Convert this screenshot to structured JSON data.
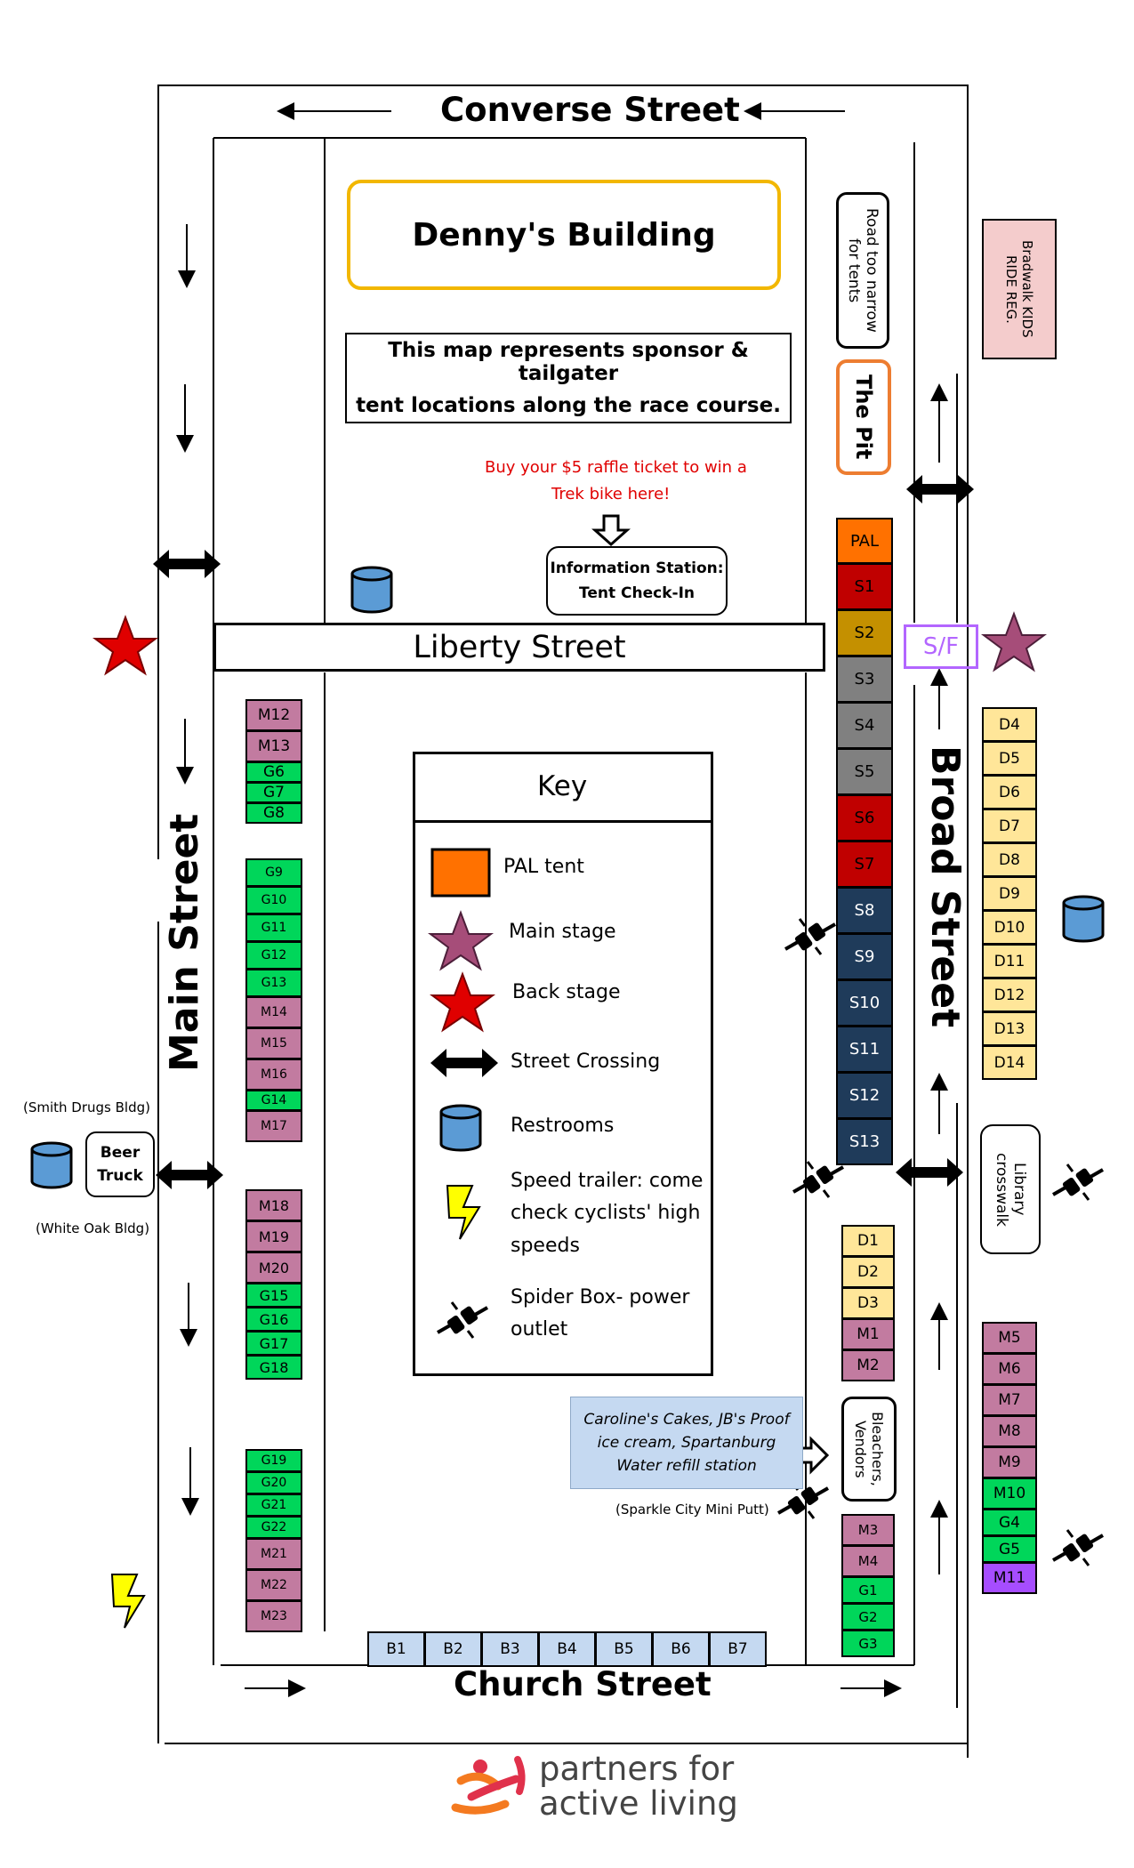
{
  "streets": {
    "converse": "Converse Street",
    "liberty": "Liberty Street",
    "main": "Main Street",
    "broad": "Broad Street",
    "church": "Church Street"
  },
  "dennys": "Denny's Building",
  "note_line1": "This map represents sponsor & tailgater",
  "note_line2": "tent locations along the race course.",
  "raffle_line1": "Buy your $5 raffle ticket to win a",
  "raffle_line2": "Trek bike here!",
  "info_line1": "Information Station:",
  "info_line2": "Tent Check-In",
  "road_narrow": "Road too narrow for tents",
  "the_pit": "The Pit",
  "bradwalk": "Bradwalk KIDS RIDE REG.",
  "sf": "S/F",
  "library": "Library crosswalk",
  "bleachers": "Bleachers, Vendors",
  "vendor_box": [
    "Caroline's Cakes, JB's Proof",
    "ice cream, Spartanburg",
    "Water refill station"
  ],
  "sparkle": "(Sparkle City Mini Putt)",
  "smith": "(Smith Drugs Bldg)",
  "white_oak": "(White Oak Bldg)",
  "beer_truck": [
    "Beer",
    "Truck"
  ],
  "key": {
    "title": "Key",
    "pal": "PAL tent",
    "main_stage": "Main stage",
    "back_stage": "Back stage",
    "crossing": "Street Crossing",
    "restrooms": "Restrooms",
    "speed": [
      "Speed trailer: come",
      "check cyclists' high",
      "speeds"
    ],
    "spider": [
      "Spider Box- power",
      "outlet"
    ]
  },
  "logo": [
    "partners for",
    "active living"
  ],
  "colors": {
    "pal": "#ff7100",
    "red": "#c00000",
    "gold": "#c49000",
    "gray": "#808080",
    "navy": "#1f3b5a",
    "mauve": "#c27ba0",
    "green": "#00d65a",
    "yellow": "#ffe699",
    "blue": "#c5d9f1",
    "purple": "#a64dff",
    "pink": "#f4cccc",
    "restroom": "#5b9bd5",
    "orange_border": "#ed7d31",
    "gold_border": "#f2b700"
  },
  "tents": {
    "s_column": [
      {
        "label": "PAL",
        "color": "pal"
      },
      {
        "label": "S1",
        "color": "red"
      },
      {
        "label": "S2",
        "color": "gold"
      },
      {
        "label": "S3",
        "color": "gray"
      },
      {
        "label": "S4",
        "color": "gray"
      },
      {
        "label": "S5",
        "color": "gray"
      },
      {
        "label": "S6",
        "color": "red"
      },
      {
        "label": "S7",
        "color": "red"
      },
      {
        "label": "S8",
        "color": "navy"
      },
      {
        "label": "S9",
        "color": "navy"
      },
      {
        "label": "S10",
        "color": "navy"
      },
      {
        "label": "S11",
        "color": "navy"
      },
      {
        "label": "S12",
        "color": "navy"
      },
      {
        "label": "S13",
        "color": "navy"
      }
    ],
    "main_block1": [
      {
        "label": "M12",
        "color": "mauve",
        "h": 36
      },
      {
        "label": "M13",
        "color": "mauve",
        "h": 36
      },
      {
        "label": "G6",
        "color": "green",
        "h": 24
      },
      {
        "label": "G7",
        "color": "green",
        "h": 24
      },
      {
        "label": "G8",
        "color": "green",
        "h": 24
      }
    ],
    "main_block2": [
      {
        "label": "G9",
        "color": "green",
        "h": 32
      },
      {
        "label": "G10",
        "color": "green",
        "h": 32
      },
      {
        "label": "G11",
        "color": "green",
        "h": 32
      },
      {
        "label": "G12",
        "color": "green",
        "h": 32
      },
      {
        "label": "G13",
        "color": "green",
        "h": 32
      },
      {
        "label": "M14",
        "color": "mauve",
        "h": 36
      },
      {
        "label": "M15",
        "color": "mauve",
        "h": 36
      },
      {
        "label": "M16",
        "color": "mauve",
        "h": 36
      },
      {
        "label": "G14",
        "color": "green",
        "h": 24
      },
      {
        "label": "M17",
        "color": "mauve",
        "h": 36
      }
    ],
    "main_block3": [
      {
        "label": "M18",
        "color": "mauve",
        "h": 36
      },
      {
        "label": "M19",
        "color": "mauve",
        "h": 36
      },
      {
        "label": "M20",
        "color": "mauve",
        "h": 36
      },
      {
        "label": "G15",
        "color": "green",
        "h": 28
      },
      {
        "label": "G16",
        "color": "green",
        "h": 28
      },
      {
        "label": "G17",
        "color": "green",
        "h": 28
      },
      {
        "label": "G18",
        "color": "green",
        "h": 28
      }
    ],
    "main_block4": [
      {
        "label": "G19",
        "color": "green",
        "h": 26
      },
      {
        "label": "G20",
        "color": "green",
        "h": 26
      },
      {
        "label": "G21",
        "color": "green",
        "h": 26
      },
      {
        "label": "G22",
        "color": "green",
        "h": 26
      },
      {
        "label": "M21",
        "color": "mauve",
        "h": 36
      },
      {
        "label": "M22",
        "color": "mauve",
        "h": 36
      },
      {
        "label": "M23",
        "color": "mauve",
        "h": 36
      }
    ],
    "d_upper": [
      "D4",
      "D5",
      "D6",
      "D7",
      "D8",
      "D9",
      "D10",
      "D11",
      "D12",
      "D13",
      "D14"
    ],
    "d_lower": [
      {
        "label": "D1",
        "color": "yellow",
        "h": 36
      },
      {
        "label": "D2",
        "color": "yellow",
        "h": 36
      },
      {
        "label": "D3",
        "color": "yellow",
        "h": 36
      },
      {
        "label": "M1",
        "color": "mauve",
        "h": 36
      },
      {
        "label": "M2",
        "color": "mauve",
        "h": 36
      }
    ],
    "church_lower": [
      {
        "label": "M3",
        "color": "mauve",
        "h": 36
      },
      {
        "label": "M4",
        "color": "mauve",
        "h": 36
      },
      {
        "label": "G1",
        "color": "green",
        "h": 31
      },
      {
        "label": "G2",
        "color": "green",
        "h": 31
      },
      {
        "label": "G3",
        "color": "green",
        "h": 31
      }
    ],
    "right_lower": [
      {
        "label": "M5",
        "color": "mauve",
        "h": 36
      },
      {
        "label": "M6",
        "color": "mauve",
        "h": 36
      },
      {
        "label": "M7",
        "color": "mauve",
        "h": 36
      },
      {
        "label": "M8",
        "color": "mauve",
        "h": 36
      },
      {
        "label": "M9",
        "color": "mauve",
        "h": 36
      },
      {
        "label": "M10",
        "color": "green",
        "h": 36
      },
      {
        "label": "G4",
        "color": "green",
        "h": 31
      },
      {
        "label": "G5",
        "color": "green",
        "h": 31
      },
      {
        "label": "M11",
        "color": "purple",
        "h": 36
      }
    ],
    "b_row": [
      "B1",
      "B2",
      "B3",
      "B4",
      "B5",
      "B6",
      "B7"
    ]
  }
}
